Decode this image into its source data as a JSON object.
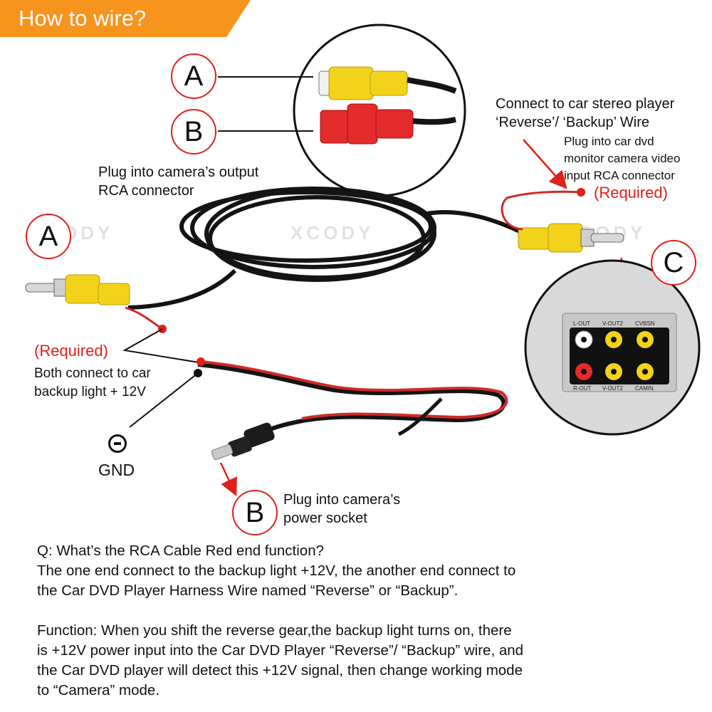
{
  "header": {
    "title": "How to wire?",
    "color": "#f7941d"
  },
  "watermark": "XCODY",
  "markers": {
    "a": "A",
    "b": "B",
    "c": "C"
  },
  "labels": {
    "camera_output": [
      "Plug into camera’s output",
      "RCA connector"
    ],
    "stereo_player": [
      "Connect to car stereo player",
      "‘Reverse’/ ‘Backup’ Wire"
    ],
    "dvd_monitor": [
      "Plug into car dvd",
      "monitor camera video",
      "input RCA connector"
    ],
    "required_right": "(Required)",
    "required_left": "(Required)",
    "backup_light": [
      "Both connect to car",
      "backup light + 12V"
    ],
    "gnd": "GND",
    "power_socket": [
      "Plug into camera’s",
      "power socket"
    ]
  },
  "panel_labels": {
    "top": [
      "L-OUT",
      "V-OUT2",
      "CVBSN"
    ],
    "bottom": [
      "R-OUT",
      "V-OUT2",
      "CAMIN"
    ]
  },
  "qa": {
    "question": "Q: What’s the RCA Cable Red end function?",
    "answer": [
      "The one end connect to the backup light +12V, the another end connect to",
      "the Car DVD Player Harness Wire named “Reverse” or “Backup”."
    ],
    "function": [
      "Function: When you shift the reverse gear,the backup light turns on, there",
      "is +12V power input into the Car DVD Player “Reverse”/ “Backup” wire, and",
      "the Car DVD player will detect this +12V signal, then change working mode",
      "to “Camera” mode."
    ]
  },
  "colors": {
    "accent_red": "#e0201a",
    "rca_yellow": "#f3d21b",
    "cable_black": "#141414"
  }
}
